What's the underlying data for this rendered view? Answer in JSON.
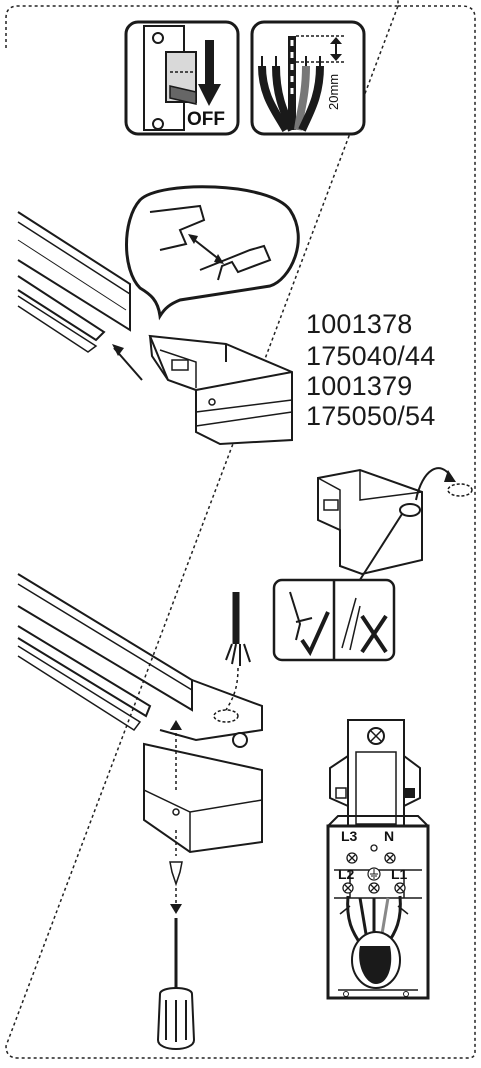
{
  "power_panel": {
    "off_label": "OFF"
  },
  "strip_panel": {
    "length_label": "20mm"
  },
  "part_numbers": [
    "1001378",
    "175040/44",
    "1001379",
    "175050/54"
  ],
  "terminals": {
    "l3": "L3",
    "n": "N",
    "l2": "L2",
    "l1": "L1"
  },
  "colors": {
    "line": "#1a1a1a",
    "fill_grey": "#d9d9d9",
    "dark_grey": "#555555",
    "mid_grey": "#9a9a9a"
  }
}
